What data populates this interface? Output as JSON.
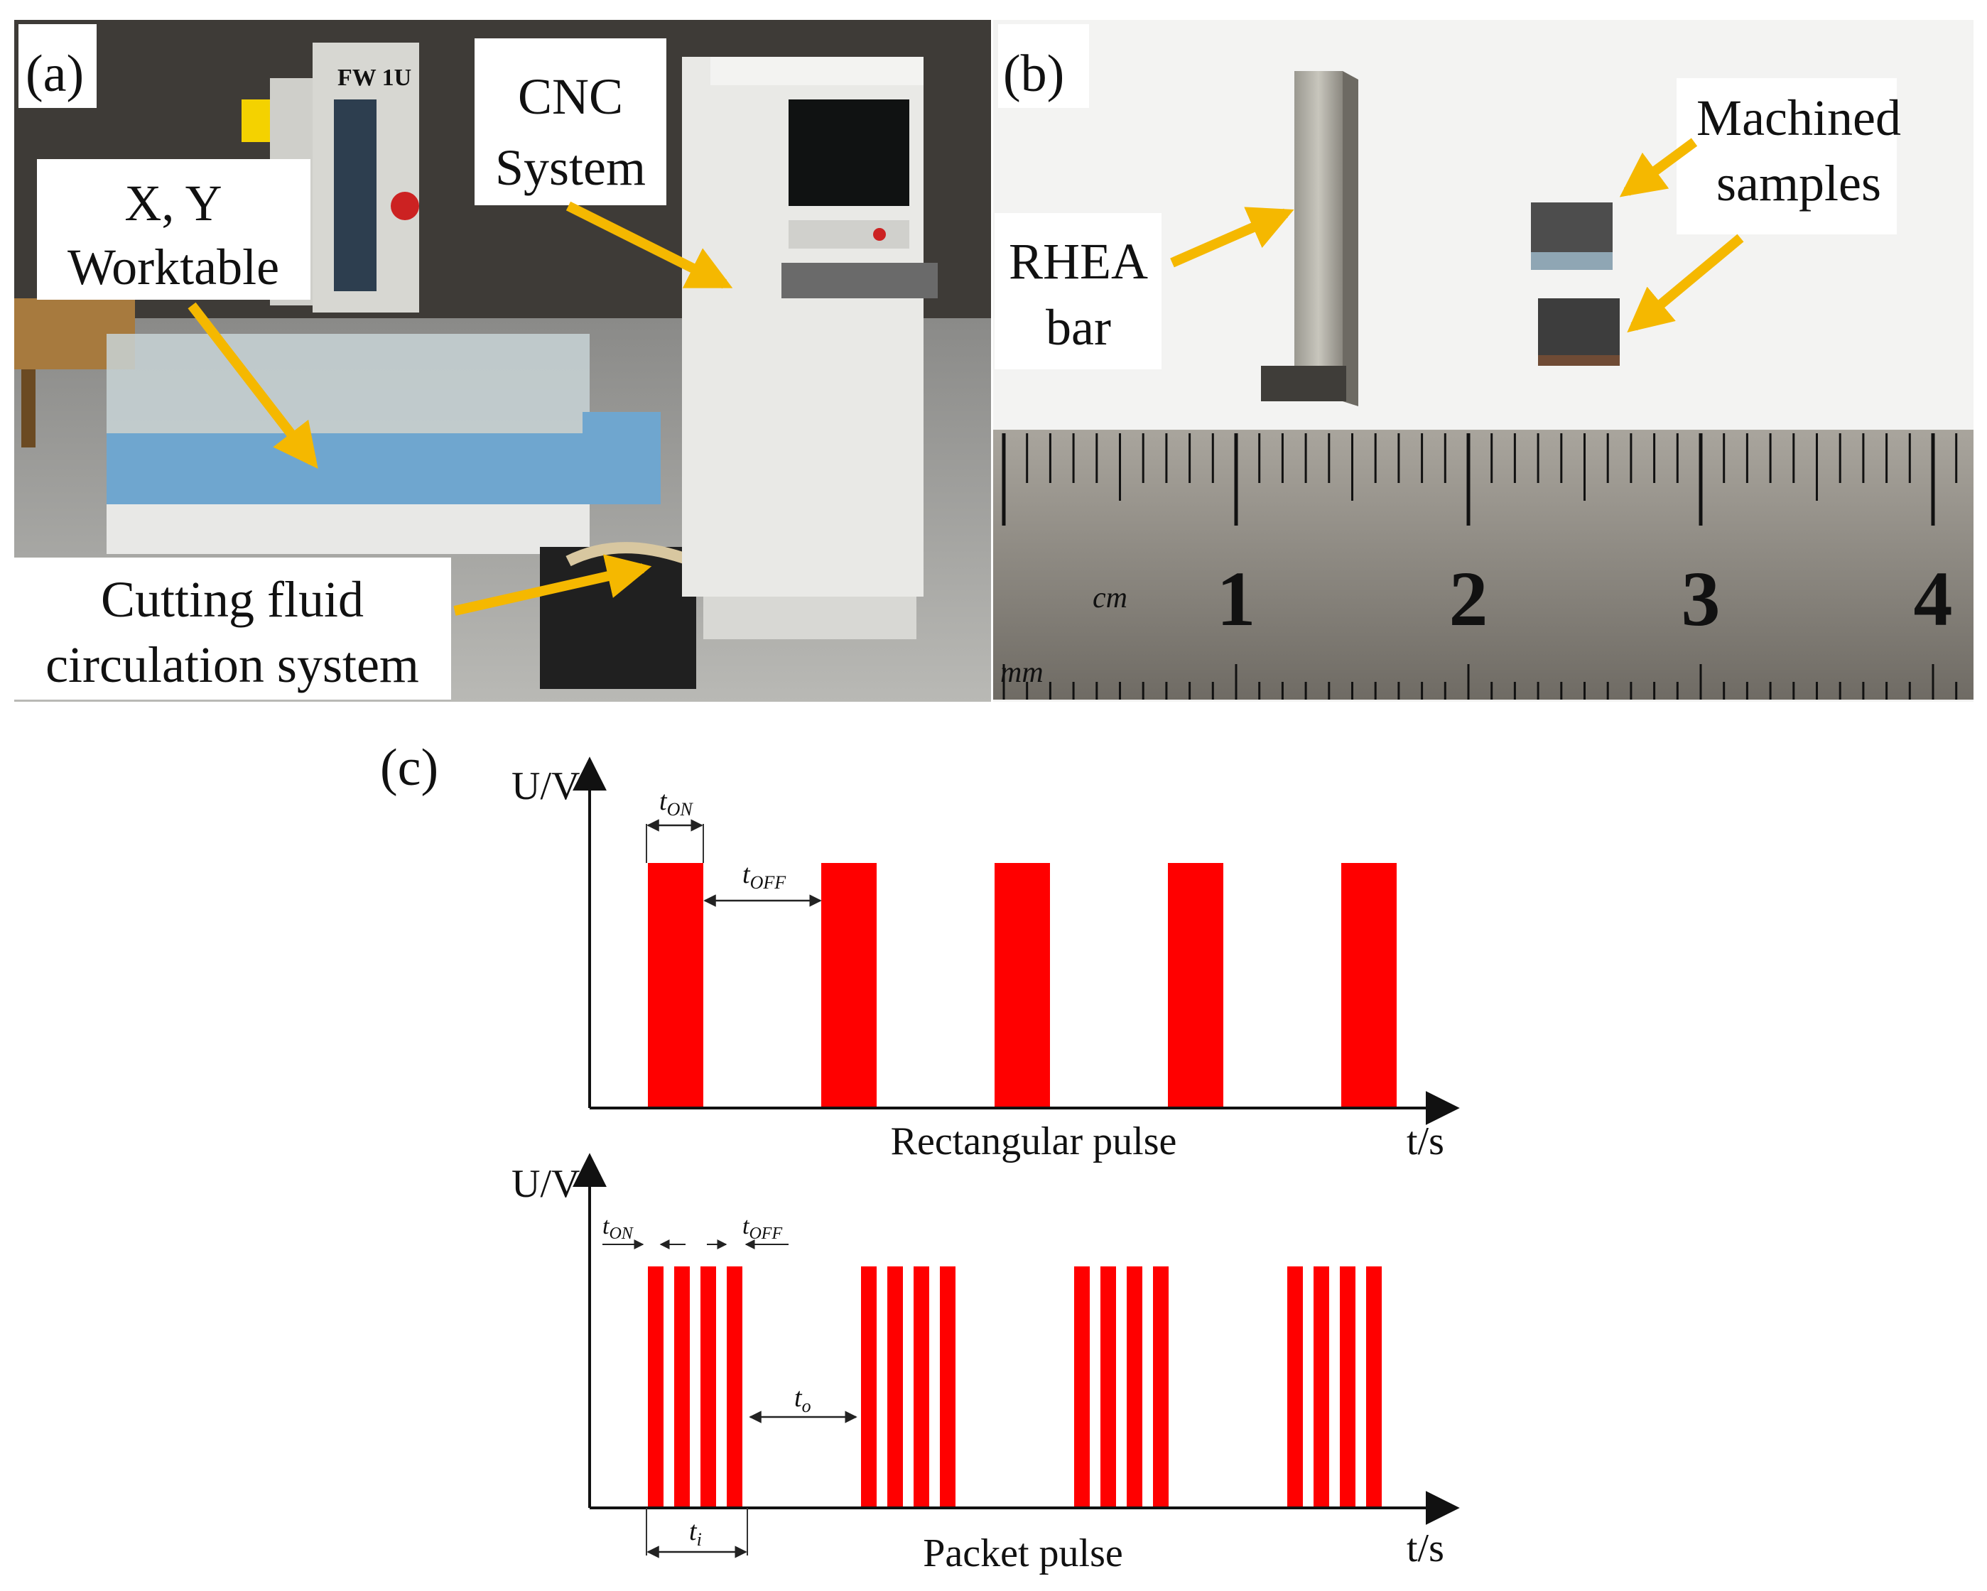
{
  "panel_a": {
    "tag": "(a)",
    "machine_badge": "FW 1U",
    "labels": {
      "cnc_line1": "CNC",
      "cnc_line2": "System",
      "worktable_line1": "X, Y",
      "worktable_line2": "Worktable",
      "fluid_line1": "Cutting fluid",
      "fluid_line2": "circulation system"
    }
  },
  "panel_b": {
    "tag": "(b)",
    "labels": {
      "bar_line1": "RHEA",
      "bar_line2": "bar",
      "samples_line1": "Machined",
      "samples_line2": "samples"
    },
    "ruler": {
      "unit_cm": "cm",
      "unit_mm": "mm",
      "numbers": [
        "1",
        "2",
        "3",
        "4"
      ]
    }
  },
  "panel_c": {
    "tag": "(c)",
    "top": {
      "y_label": "U/V",
      "x_label": "t/s",
      "caption": "Rectangular pulse",
      "t_on": "t",
      "t_on_sub": "ON",
      "t_off": "t",
      "t_off_sub": "OFF",
      "pulse_count": 5
    },
    "bottom": {
      "y_label": "U/V",
      "x_label": "t/s",
      "caption": "Packet pulse",
      "t_on": "t",
      "t_on_sub": "ON",
      "t_off": "t",
      "t_off_sub": "OFF",
      "t_o": "t",
      "t_o_sub": "o",
      "t_i": "t",
      "t_i_sub": "i",
      "packet_count": 4,
      "pulses_per_packet": 4
    }
  },
  "colors": {
    "pulse": "#ff0000",
    "arrow": "#f5b800",
    "axis": "#111111"
  }
}
